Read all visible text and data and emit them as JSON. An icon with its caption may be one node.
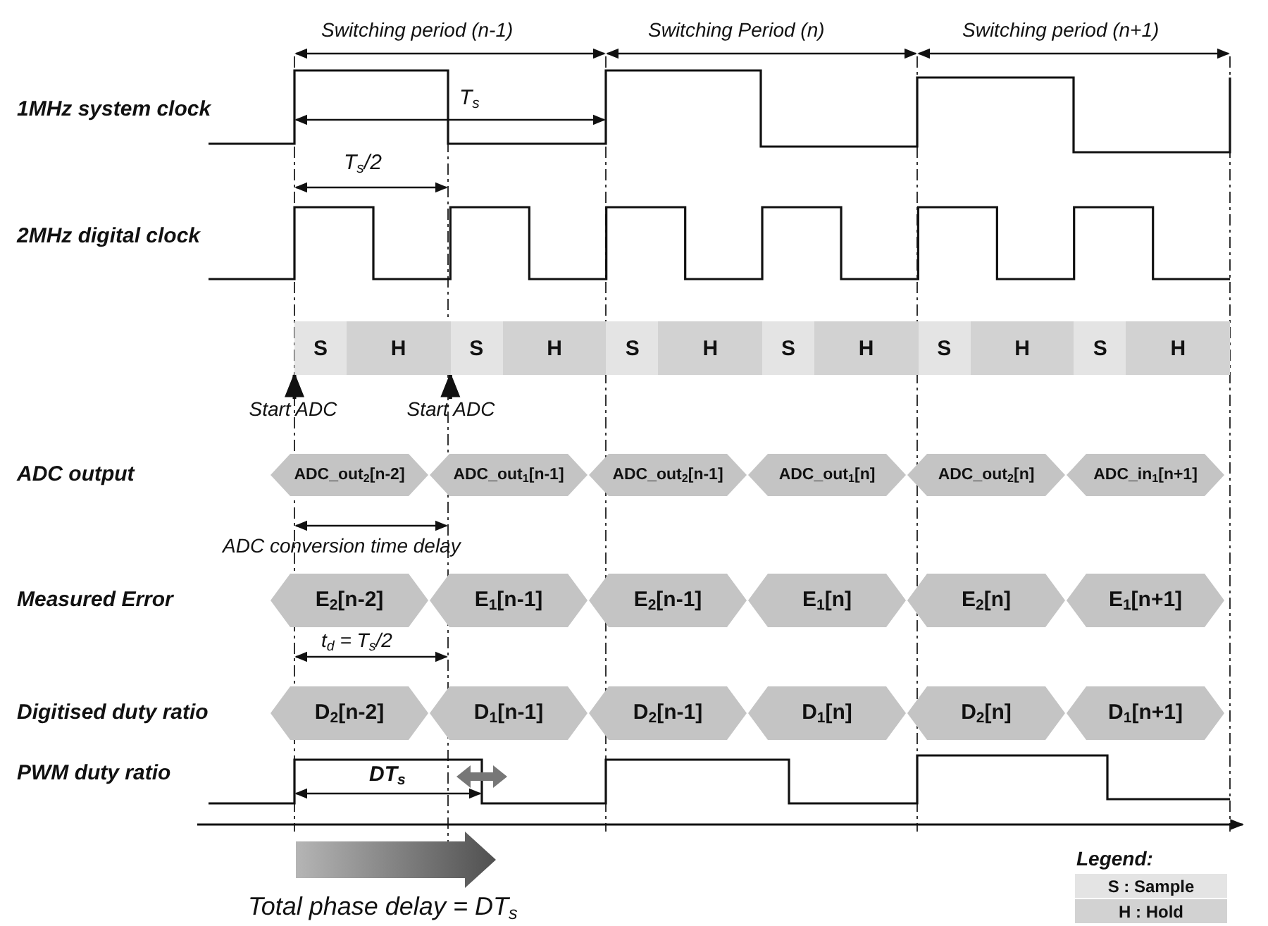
{
  "diagram": {
    "nodes": [
      {
        "text": [
          "S"
        ]
      },
      {
        "text": [
          "H"
        ]
      },
      {
        "text": [
          "S"
        ]
      },
      {
        "text": [
          "H"
        ]
      },
      {
        "text": [
          "S"
        ]
      },
      {
        "text": [
          "H"
        ]
      },
      {
        "text": [
          "S"
        ]
      },
      {
        "text": [
          "H"
        ]
      },
      {
        "text": [
          "S"
        ]
      },
      {
        "text": [
          "H"
        ]
      },
      {
        "text": [
          "S"
        ]
      },
      {
        "text": [
          "H"
        ]
      },
      {
        "text": [
          "Start ADC"
        ]
      },
      {
        "text": [
          "Start ADC"
        ]
      },
      {
        "text": [
          "ADC_out$_{2}$[n-2]"
        ]
      },
      {
        "text": [
          "ADC_out$_{1}$[n-1]"
        ]
      },
      {
        "text": [
          "ADC_out$_{2}$[n-1]"
        ]
      },
      {
        "text": [
          "ADC_out$_{1}$[n]"
        ]
      },
      {
        "text": [
          "ADC_out$_{2}$[n]"
        ]
      },
      {
        "text": [
          "ADC_in$_{1}$[n+1]"
        ]
      },
      {
        "text": [
          "E$_{2}$[n-2]"
        ]
      },
      {
        "text": [
          "E$_{1}$[n-1]"
        ]
      },
      {
        "text": [
          "E$_{2}$[n-1]"
        ]
      },
      {
        "text": [
          "E$_{1}$[n]"
        ]
      },
      {
        "text": [
          "E$_{2}$[n]"
        ]
      },
      {
        "text": [
          "E$_{1}$[n+1]"
        ]
      },
      {
        "text": [
          "D$_{2}$[n-2]"
        ]
      },
      {
        "text": [
          "D$_{1}$[n-1]"
        ]
      },
      {
        "text": [
          "D$_{2}$[n-1]"
        ]
      },
      {
        "text": [
          "D$_{1}$[n]"
        ]
      },
      {
        "text": [
          "D$_{2}$[n]"
        ]
      },
      {
        "text": [
          "D$_{1}$[n+1]"
        ]
      }
    ],
    "edges": [
      {
        "from": 12,
        "to": 0,
        "arrow": "to"
      },
      {
        "from": 13,
        "to": 2,
        "arrow": "to"
      }
    ],
    "labels": [
      "Switching period (n-1)",
      "Switching Period (n)",
      "Switching period (n+1)",
      "1MHz system clock",
      "T$_{s}$",
      "T$_{s}$/2",
      "2MHz digital clock",
      "ADC output",
      "ADC conversion time delay",
      "Measured Error",
      "t$_{d}$ = T$_{s}$/2",
      "Digitised duty ratio",
      "PWM duty ratio",
      "DT$_{s}$",
      "Total phase delay = DT$_{s}$",
      "Legend:"
    ],
    "legend": [
      {
        "text": "S : Sample",
        "color": "#e4e4e4"
      },
      {
        "text": "H : Hold",
        "color": "#d2d2d2"
      }
    ]
  }
}
